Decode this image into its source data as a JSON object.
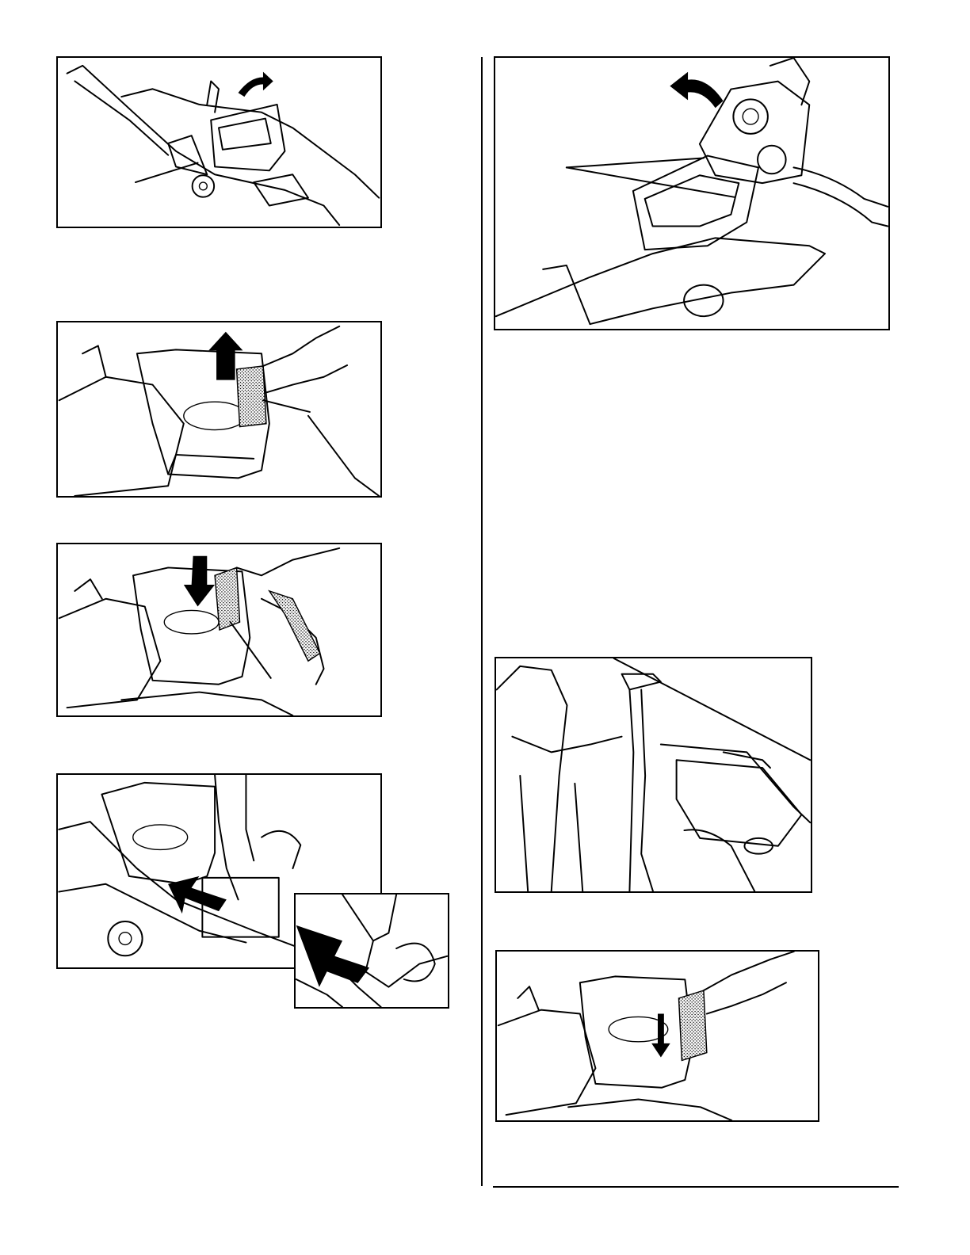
{
  "page": {
    "background": "#ffffff",
    "line_color": "#000000"
  },
  "figures": [
    {
      "id": "fig-remove-tank",
      "icon": "curved-arrow-icon"
    },
    {
      "id": "fig-lift-filter",
      "icon": "up-arrow-icon"
    },
    {
      "id": "fig-insert-filter",
      "icon": "down-arrow-icon"
    },
    {
      "id": "fig-release-latch",
      "icon": "pointer-arrow-icon"
    },
    {
      "id": "fig-open-lid",
      "icon": "curved-arrow-icon"
    },
    {
      "id": "fig-rinse-at-sink",
      "icon": ""
    },
    {
      "id": "fig-replace-filter",
      "icon": "down-arrow-icon"
    }
  ]
}
